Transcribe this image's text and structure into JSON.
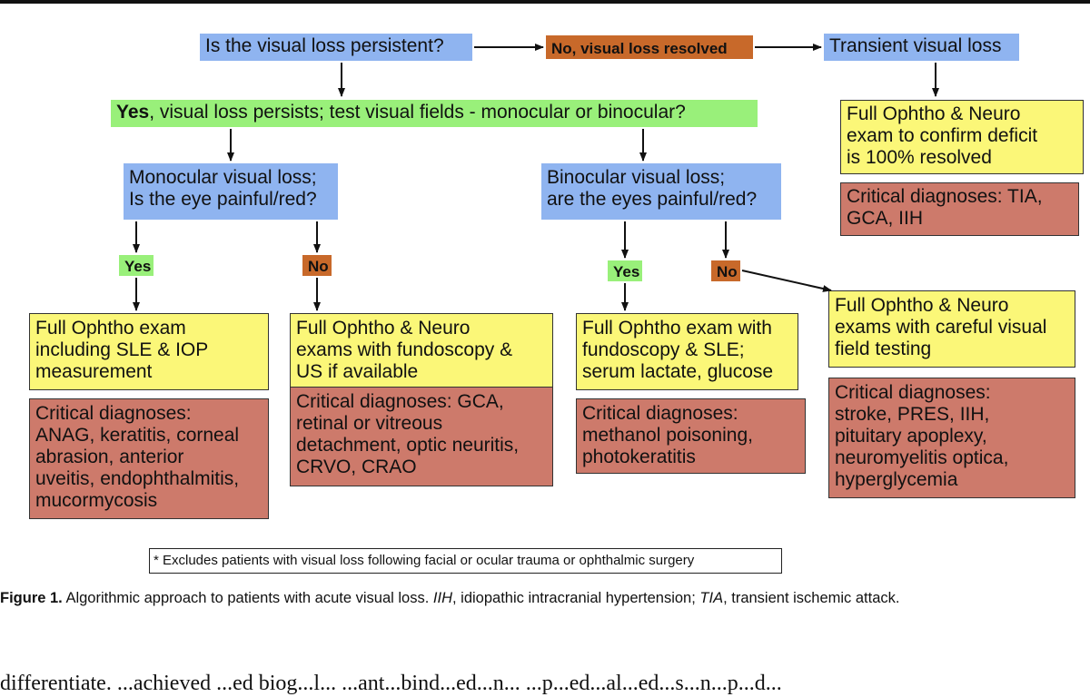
{
  "flowchart": {
    "q_persistent": "Is the visual loss persistent?",
    "no_resolved": "No, visual loss resolved",
    "transient": "Transient visual loss",
    "transient_exam": [
      "Full Ophtho & Neuro",
      "exam to confirm deficit",
      "is 100% resolved"
    ],
    "transient_dx": [
      "Critical diagnoses: TIA,",
      "GCA, IIH"
    ],
    "yes_bold": "Yes",
    "yes_rest": ", visual loss persists; test visual fields - monocular or binocular?",
    "mono_q": [
      "Monocular visual loss;",
      "Is the eye painful/red?"
    ],
    "bino_q": [
      "Binocular visual loss;",
      "are the eyes painful/red?"
    ],
    "yes_label": "Yes",
    "no_label": "No",
    "mono_yes_exam": [
      "Full Ophtho exam",
      "including SLE & IOP",
      "measurement"
    ],
    "mono_yes_dx": [
      "Critical diagnoses:",
      "ANAG, keratitis, corneal",
      "abrasion, anterior",
      "uveitis, endophthalmitis,",
      "mucormycosis"
    ],
    "mono_no_exam": [
      "Full Ophtho & Neuro",
      "exams with fundoscopy &",
      "US if available"
    ],
    "mono_no_dx": [
      "Critical diagnoses: GCA,",
      "retinal or vitreous",
      "detachment, optic neuritis,",
      "CRVO, CRAO"
    ],
    "bino_yes_exam": [
      "Full Ophtho exam with",
      "fundoscopy & SLE;",
      "serum lactate, glucose"
    ],
    "bino_yes_dx": [
      "Critical diagnoses:",
      "methanol poisoning,",
      "photokeratitis"
    ],
    "bino_no_exam": [
      "Full Ophtho & Neuro",
      "exams with careful visual",
      "field testing"
    ],
    "bino_no_dx": [
      "Critical diagnoses:",
      "stroke, PRES, IIH,",
      "pituitary apoplexy,",
      "neuromyelitis optica,",
      "hyperglycemia"
    ],
    "footnote": "* Excludes patients with visual loss following facial or ocular trauma or ophthalmic surgery"
  },
  "caption": {
    "figure_label": "Figure 1.",
    "text1": " Algorithmic approach to patients with acute visual loss. ",
    "abbr1": "IIH",
    "text2": ", idiopathic intracranial hypertension; ",
    "abbr2": "TIA",
    "text3": ", transient ischemic attack."
  },
  "body_text": "differentiate. ...achieved ...ed biog...l...  ...ant...bind...ed...n... ...p...ed...al...ed...s...n...p...d...",
  "colors": {
    "question_blue": "#8fb4f0",
    "yes_green": "#99f07a",
    "no_orange": "#c8692a",
    "exam_yellow": "#fbf778",
    "diagnosis_red": "#cd7a6b"
  }
}
